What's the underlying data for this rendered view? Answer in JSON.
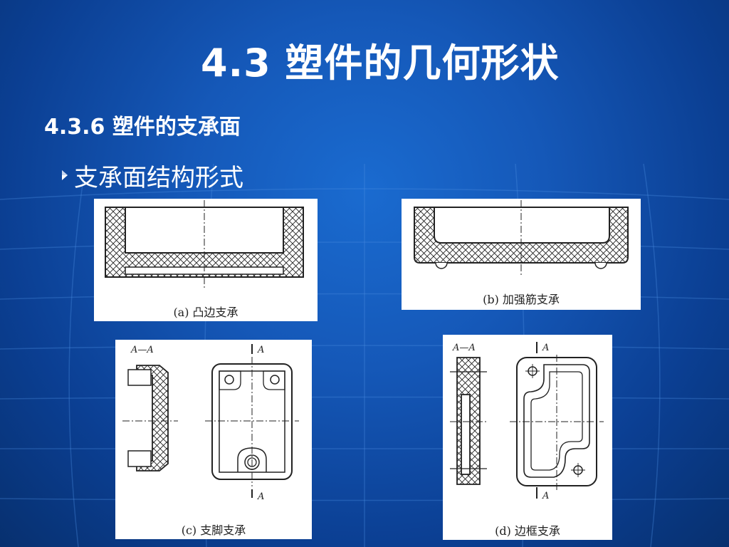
{
  "slide": {
    "title": "4.3 塑件的几何形状",
    "section": "4.3.6 塑件的支承面",
    "bullet": "支承面结构形式"
  },
  "figures": [
    {
      "caption": "(a) 凸边支承"
    },
    {
      "caption": "(b) 加强筋支承"
    },
    {
      "caption": "(c) 支脚支承",
      "section_label": "A—A",
      "mark_top": "A",
      "mark_bottom": "A"
    },
    {
      "caption": "(d) 边框支承",
      "section_label": "A—A",
      "mark_top": "A",
      "mark_bottom": "A"
    }
  ],
  "colors": {
    "background": "#1558b8",
    "title_text": "#ffffff",
    "drawing_ink": "#222222"
  },
  "icons": {
    "bullet": "triangle-bullet-icon"
  }
}
